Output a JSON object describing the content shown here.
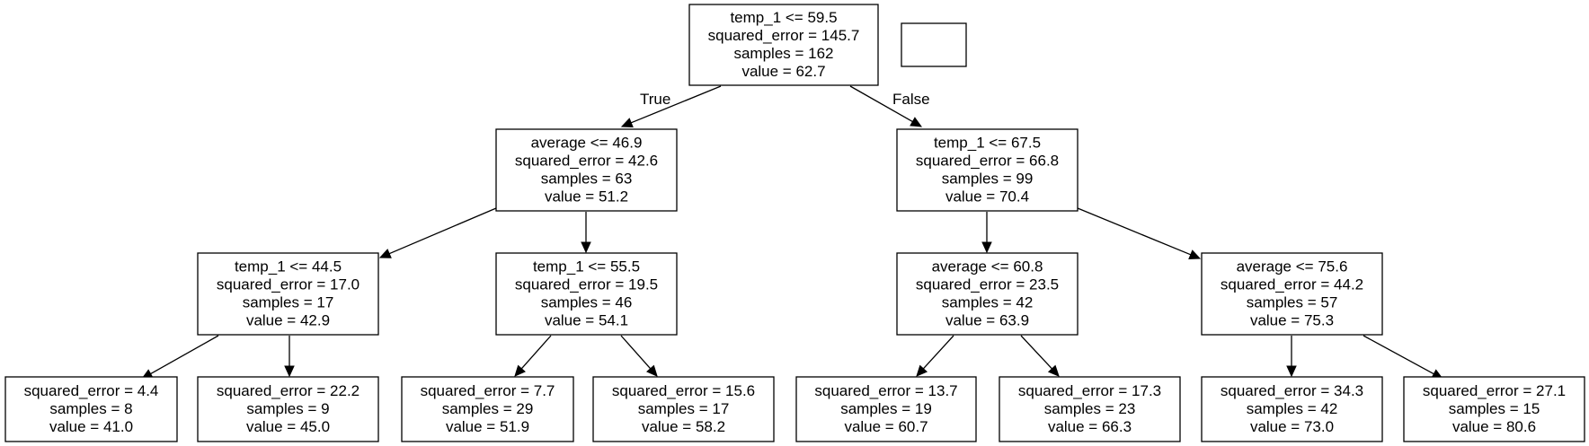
{
  "nodes": [
    {
      "id": "n0",
      "lines": [
        "temp_1 <= 59.5",
        "squared_error = 145.7",
        "samples = 162",
        "value = 62.7"
      ]
    },
    {
      "id": "n1",
      "lines": [
        "average <= 46.9",
        "squared_error = 42.6",
        "samples = 63",
        "value = 51.2"
      ]
    },
    {
      "id": "n2",
      "lines": [
        "temp_1 <= 67.5",
        "squared_error = 66.8",
        "samples = 99",
        "value = 70.4"
      ]
    },
    {
      "id": "n3",
      "lines": [
        "temp_1 <= 44.5",
        "squared_error = 17.0",
        "samples = 17",
        "value = 42.9"
      ]
    },
    {
      "id": "n4",
      "lines": [
        "temp_1 <= 55.5",
        "squared_error = 19.5",
        "samples = 46",
        "value = 54.1"
      ]
    },
    {
      "id": "n5",
      "lines": [
        "average <= 60.8",
        "squared_error = 23.5",
        "samples = 42",
        "value = 63.9"
      ]
    },
    {
      "id": "n6",
      "lines": [
        "average <= 75.6",
        "squared_error = 44.2",
        "samples = 57",
        "value = 75.3"
      ]
    },
    {
      "id": "n7",
      "lines": [
        "squared_error = 4.4",
        "samples = 8",
        "value = 41.0"
      ]
    },
    {
      "id": "n8",
      "lines": [
        "squared_error = 22.2",
        "samples = 9",
        "value = 45.0"
      ]
    },
    {
      "id": "n9",
      "lines": [
        "squared_error = 7.7",
        "samples = 29",
        "value = 51.9"
      ]
    },
    {
      "id": "n10",
      "lines": [
        "squared_error = 15.6",
        "samples = 17",
        "value = 58.2"
      ]
    },
    {
      "id": "n11",
      "lines": [
        "squared_error = 13.7",
        "samples = 19",
        "value = 60.7"
      ]
    },
    {
      "id": "n12",
      "lines": [
        "squared_error = 17.3",
        "samples = 23",
        "value = 66.3"
      ]
    },
    {
      "id": "n13",
      "lines": [
        "squared_error = 34.3",
        "samples = 42",
        "value = 73.0"
      ]
    },
    {
      "id": "n14",
      "lines": [
        "squared_error = 27.1",
        "samples = 15",
        "value = 80.6"
      ]
    }
  ],
  "edges": [
    {
      "from": "n0",
      "to": "n1",
      "label": "True"
    },
    {
      "from": "n0",
      "to": "n2",
      "label": "False"
    },
    {
      "from": "n1",
      "to": "n3",
      "label": ""
    },
    {
      "from": "n1",
      "to": "n4",
      "label": ""
    },
    {
      "from": "n2",
      "to": "n5",
      "label": ""
    },
    {
      "from": "n2",
      "to": "n6",
      "label": ""
    },
    {
      "from": "n3",
      "to": "n7",
      "label": ""
    },
    {
      "from": "n3",
      "to": "n8",
      "label": ""
    },
    {
      "from": "n4",
      "to": "n9",
      "label": ""
    },
    {
      "from": "n4",
      "to": "n10",
      "label": ""
    },
    {
      "from": "n5",
      "to": "n11",
      "label": ""
    },
    {
      "from": "n5",
      "to": "n12",
      "label": ""
    },
    {
      "from": "n6",
      "to": "n13",
      "label": ""
    },
    {
      "from": "n6",
      "to": "n14",
      "label": ""
    }
  ],
  "colors": {
    "stroke": "#000000",
    "fill": "#ffffff",
    "text": "#000000"
  }
}
